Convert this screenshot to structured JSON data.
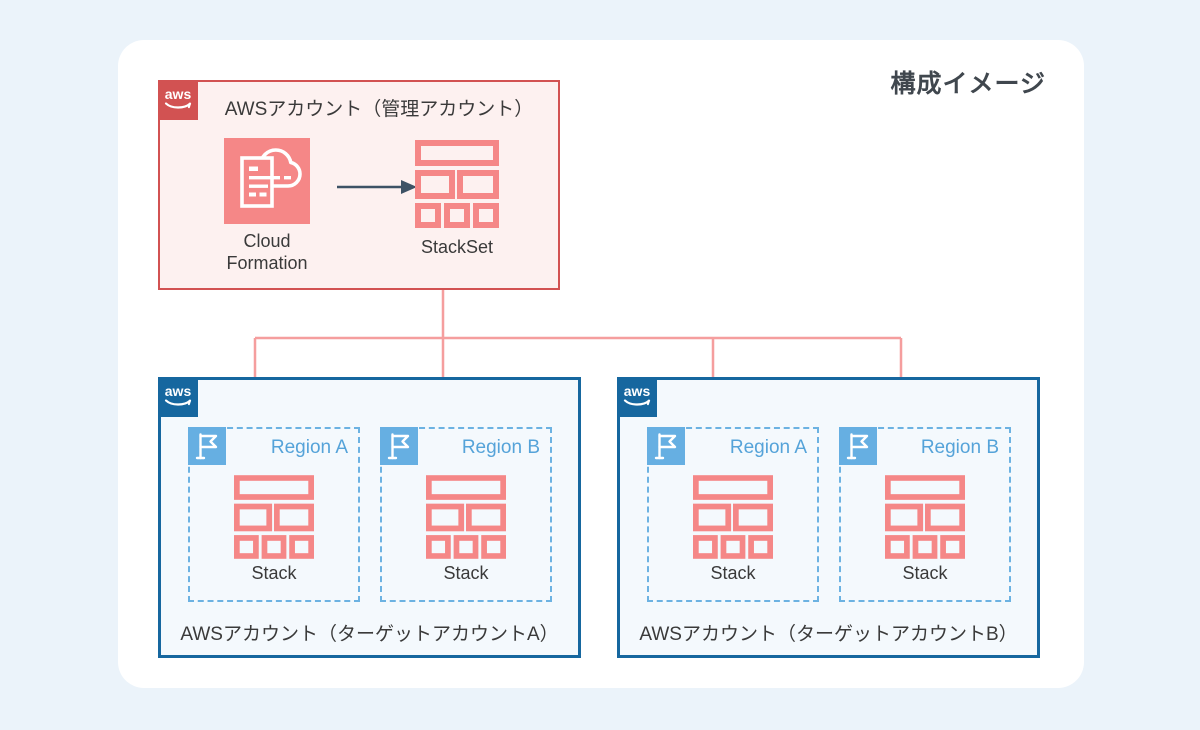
{
  "title": "構成イメージ",
  "aws_logo": "aws",
  "colors": {
    "page_bg": "#ebf3fa",
    "card_bg": "#ffffff",
    "red_border": "#d25252",
    "red_box_bg": "#fdf1f0",
    "red_badge_bg": "#d25252",
    "salmon_icon": "#f58787",
    "pink_line": "#f59e9e",
    "dark_arrow": "#3d5265",
    "blue_border": "#16679f",
    "blue_box_bg": "#f4f9fd",
    "blue_badge_bg": "#16679f",
    "dashed_border": "#6cb2e2",
    "flag_badge_bg": "#66afe2",
    "region_text": "#55a3d9",
    "text_dark": "#3a3a3a",
    "title_text": "#40474e"
  },
  "management_account": {
    "label": "AWSアカウント（管理アカウント）",
    "cloudformation_label_line1": "Cloud",
    "cloudformation_label_line2": "Formation",
    "stackset_label": "StackSet"
  },
  "target_accounts": [
    {
      "label": "AWSアカウント（ターゲットアカウントA）",
      "regions": [
        {
          "name": "Region A",
          "stack_label": "Stack"
        },
        {
          "name": "Region B",
          "stack_label": "Stack"
        }
      ]
    },
    {
      "label": "AWSアカウント（ターゲットアカウントB）",
      "regions": [
        {
          "name": "Region A",
          "stack_label": "Stack"
        },
        {
          "name": "Region B",
          "stack_label": "Stack"
        }
      ]
    }
  ]
}
